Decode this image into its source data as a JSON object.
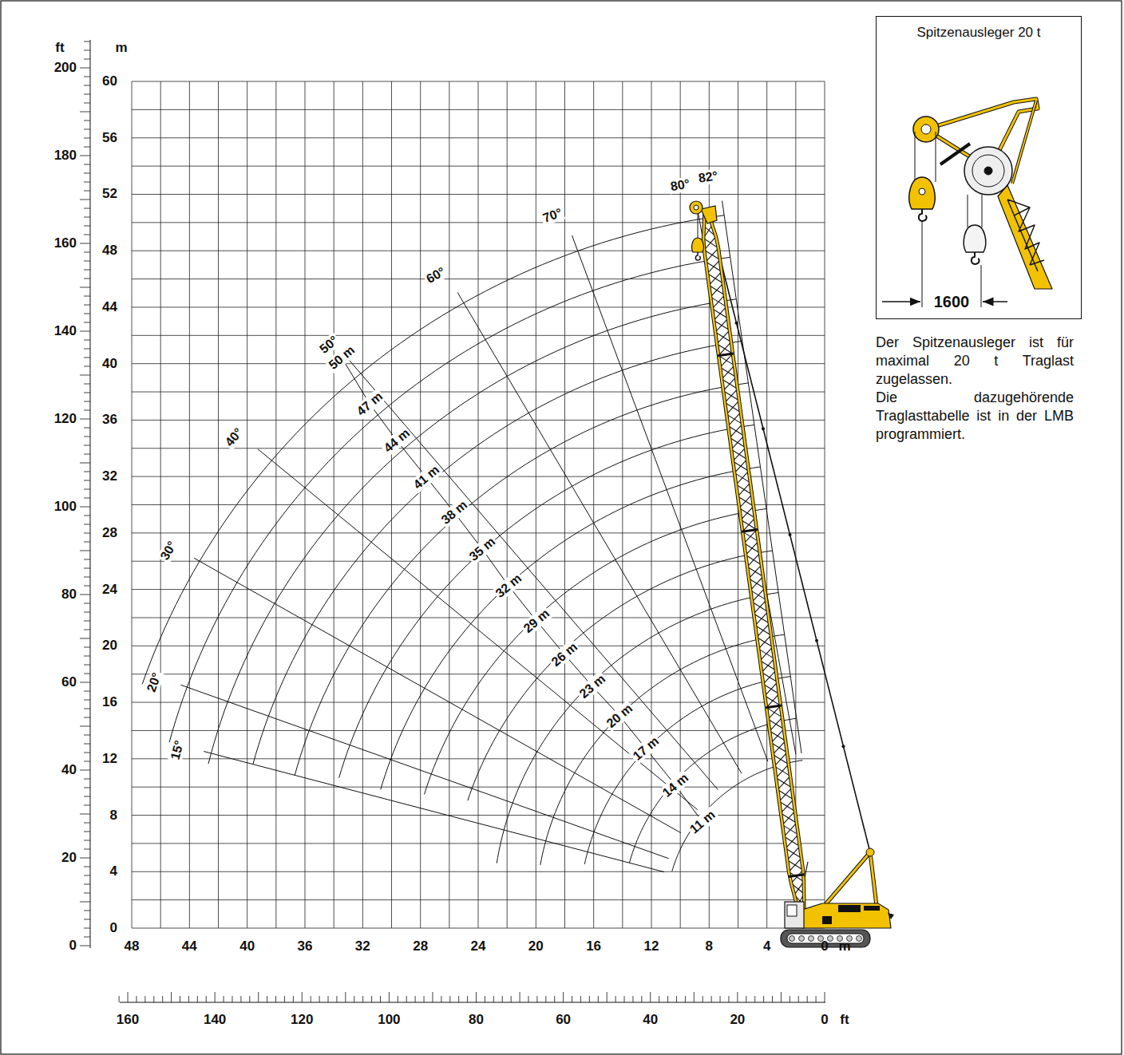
{
  "diagram": {
    "nodes": [
      {
        "text": [
          "Spitzenausleger 20 t"
        ]
      }
    ],
    "labels": [
      "ft",
      "m",
      "200",
      "180",
      "160",
      "140",
      "120",
      "100",
      "80",
      "60",
      "40",
      "20",
      "0",
      "60",
      "56",
      "52",
      "48",
      "44",
      "40",
      "36",
      "32",
      "28",
      "24",
      "20",
      "16",
      "12",
      "8",
      "4",
      "0",
      "48",
      "44",
      "40",
      "36",
      "32",
      "28",
      "24",
      "20",
      "16",
      "12",
      "8",
      "4",
      "0",
      "m",
      "160",
      "140",
      "120",
      "100",
      "80",
      "60",
      "40",
      "20",
      "0",
      "ft",
      "80°",
      "82°",
      "70°",
      "60°",
      "50°",
      "40°",
      "30°",
      "20°",
      "15°",
      "50 m",
      "47 m",
      "44 m",
      "41 m",
      "38 m",
      "35 m",
      "32 m",
      "29 m",
      "26 m",
      "23 m",
      "20 m",
      "17 m",
      "14 m",
      "11 m",
      "1600",
      "Der Spitzenausleger ist für maximal 20 t Traglast zugelassen.",
      "Die dazugehörende Traglasttabelle ist in der LMB programmiert."
    ]
  }
}
